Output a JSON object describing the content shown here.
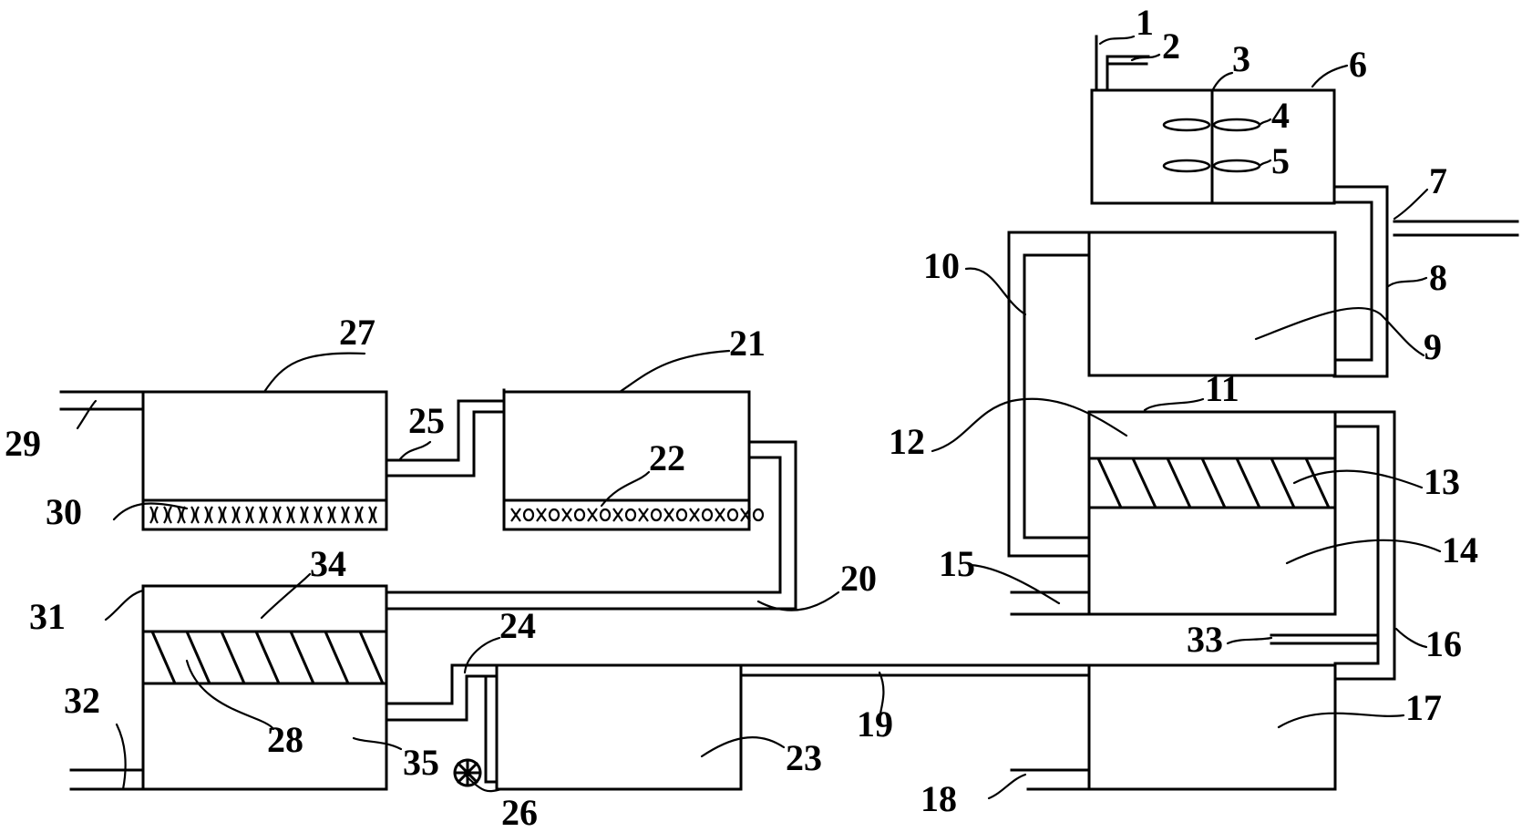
{
  "labels": {
    "l1": "1",
    "l2": "2",
    "l3": "3",
    "l4": "4",
    "l5": "5",
    "l6": "6",
    "l7": "7",
    "l8": "8",
    "l9": "9",
    "l10": "10",
    "l11": "11",
    "l12": "12",
    "l13": "13",
    "l14": "14",
    "l15": "15",
    "l16": "16",
    "l17": "17",
    "l18": "18",
    "l19": "19",
    "l20": "20",
    "l21": "21",
    "l22": "22",
    "l23": "23",
    "l24": "24",
    "l25": "25",
    "l26": "26",
    "l27": "27",
    "l28": "28",
    "l29": "29",
    "l30": "30",
    "l31": "31",
    "l32": "32",
    "l33": "33",
    "l34": "34",
    "l35": "35"
  },
  "colors": {
    "line": "#000000",
    "background": "#ffffff"
  },
  "icons": {
    "pump": "pump-wheel-icon",
    "stirrer": "stirrer-blades-icon"
  }
}
